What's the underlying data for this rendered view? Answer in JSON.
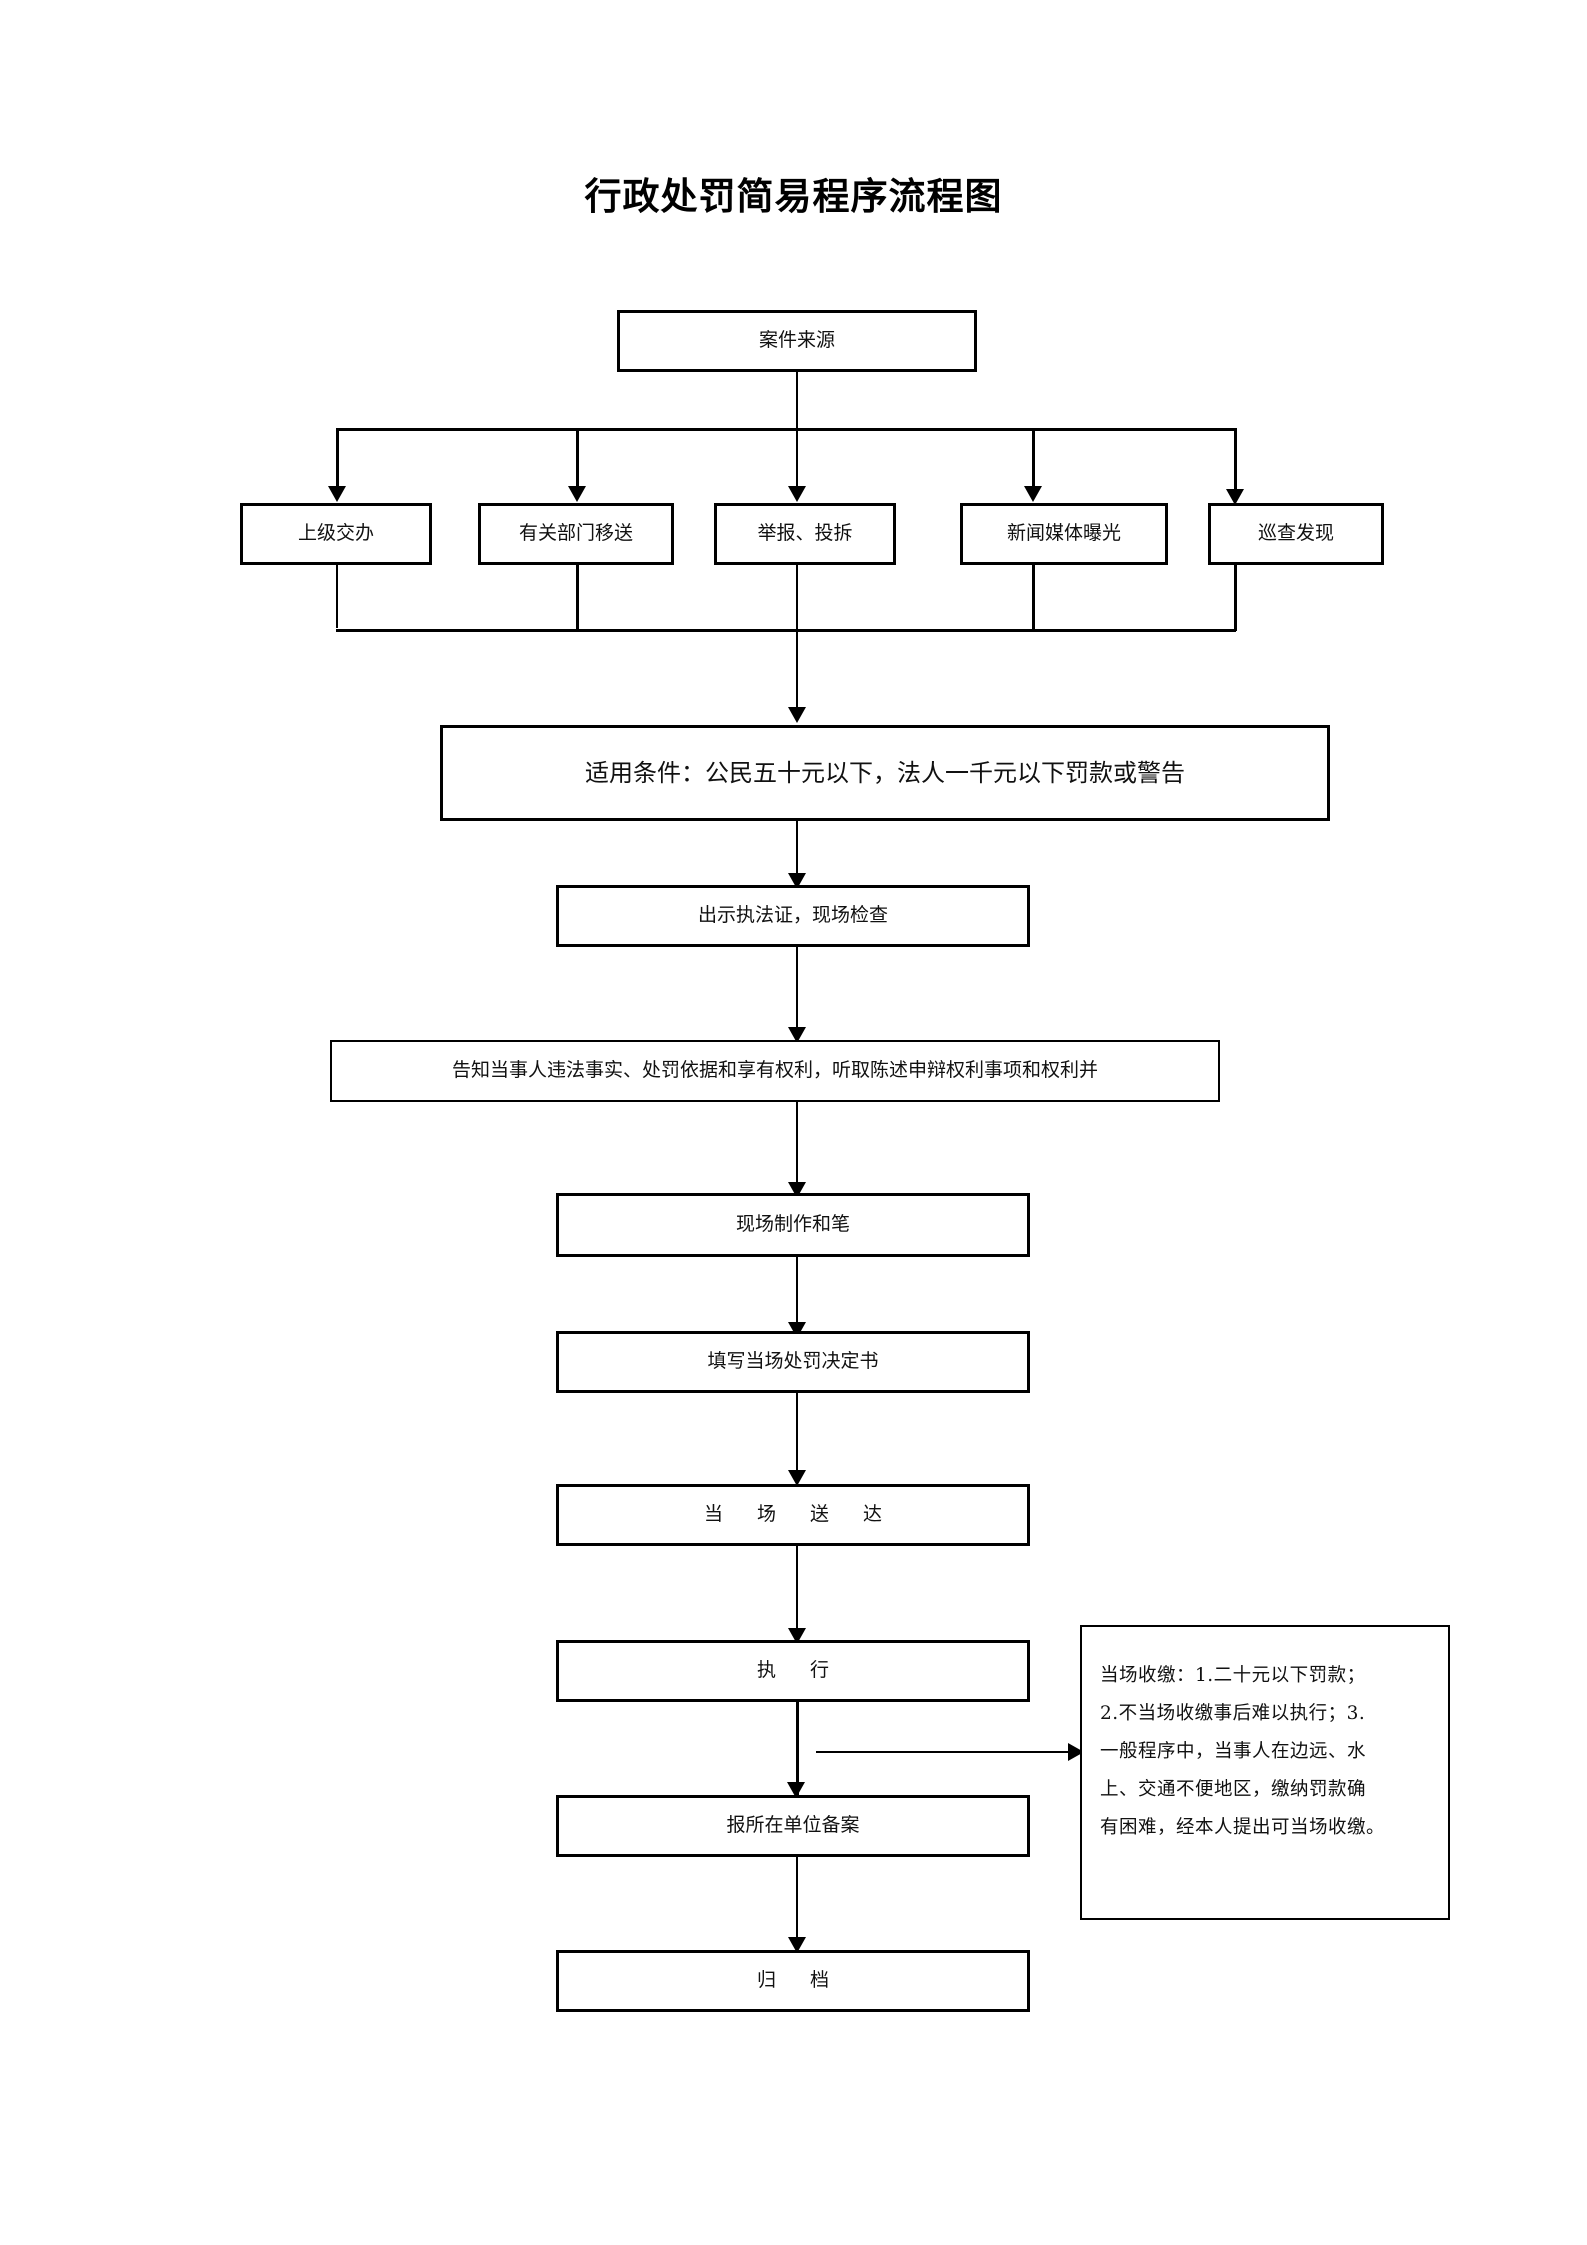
{
  "document": {
    "title": "行政处罚简易程序流程图",
    "type": "flowchart",
    "background_color": "#ffffff",
    "line_color": "#000000",
    "text_color": "#111111"
  },
  "nodes": {
    "case_source": "案件来源",
    "sources": [
      "上级交办",
      "有关部门移送",
      "举报、投拆",
      "新闻媒体曝光",
      "巡查发现"
    ],
    "applicable_condition": "适用条件：公民五十元以下，法人一千元以下罚款或警告",
    "show_credentials": "出示执法证，现场检查",
    "inform_party": "告知当事人违法事实、处罚依据和享有权利，听取陈述申辩权利事项和权利并",
    "onsite_record": "现场制作和笔",
    "fill_decision": "填写当场处罚决定书",
    "onsite_delivery": "当 场 送 达",
    "execute": "执  行",
    "file_with_unit": "报所在单位备案",
    "archive": "归  档"
  },
  "side_note": {
    "lines": [
      "当场收缴：1.二十元以下罚款；",
      "2.不当场收缴事后难以执行；3.",
      "一般程序中，当事人在边远、水",
      "上、交通不便地区，缴纳罚款确",
      "有困难，经本人提出可当场收缴。"
    ]
  }
}
